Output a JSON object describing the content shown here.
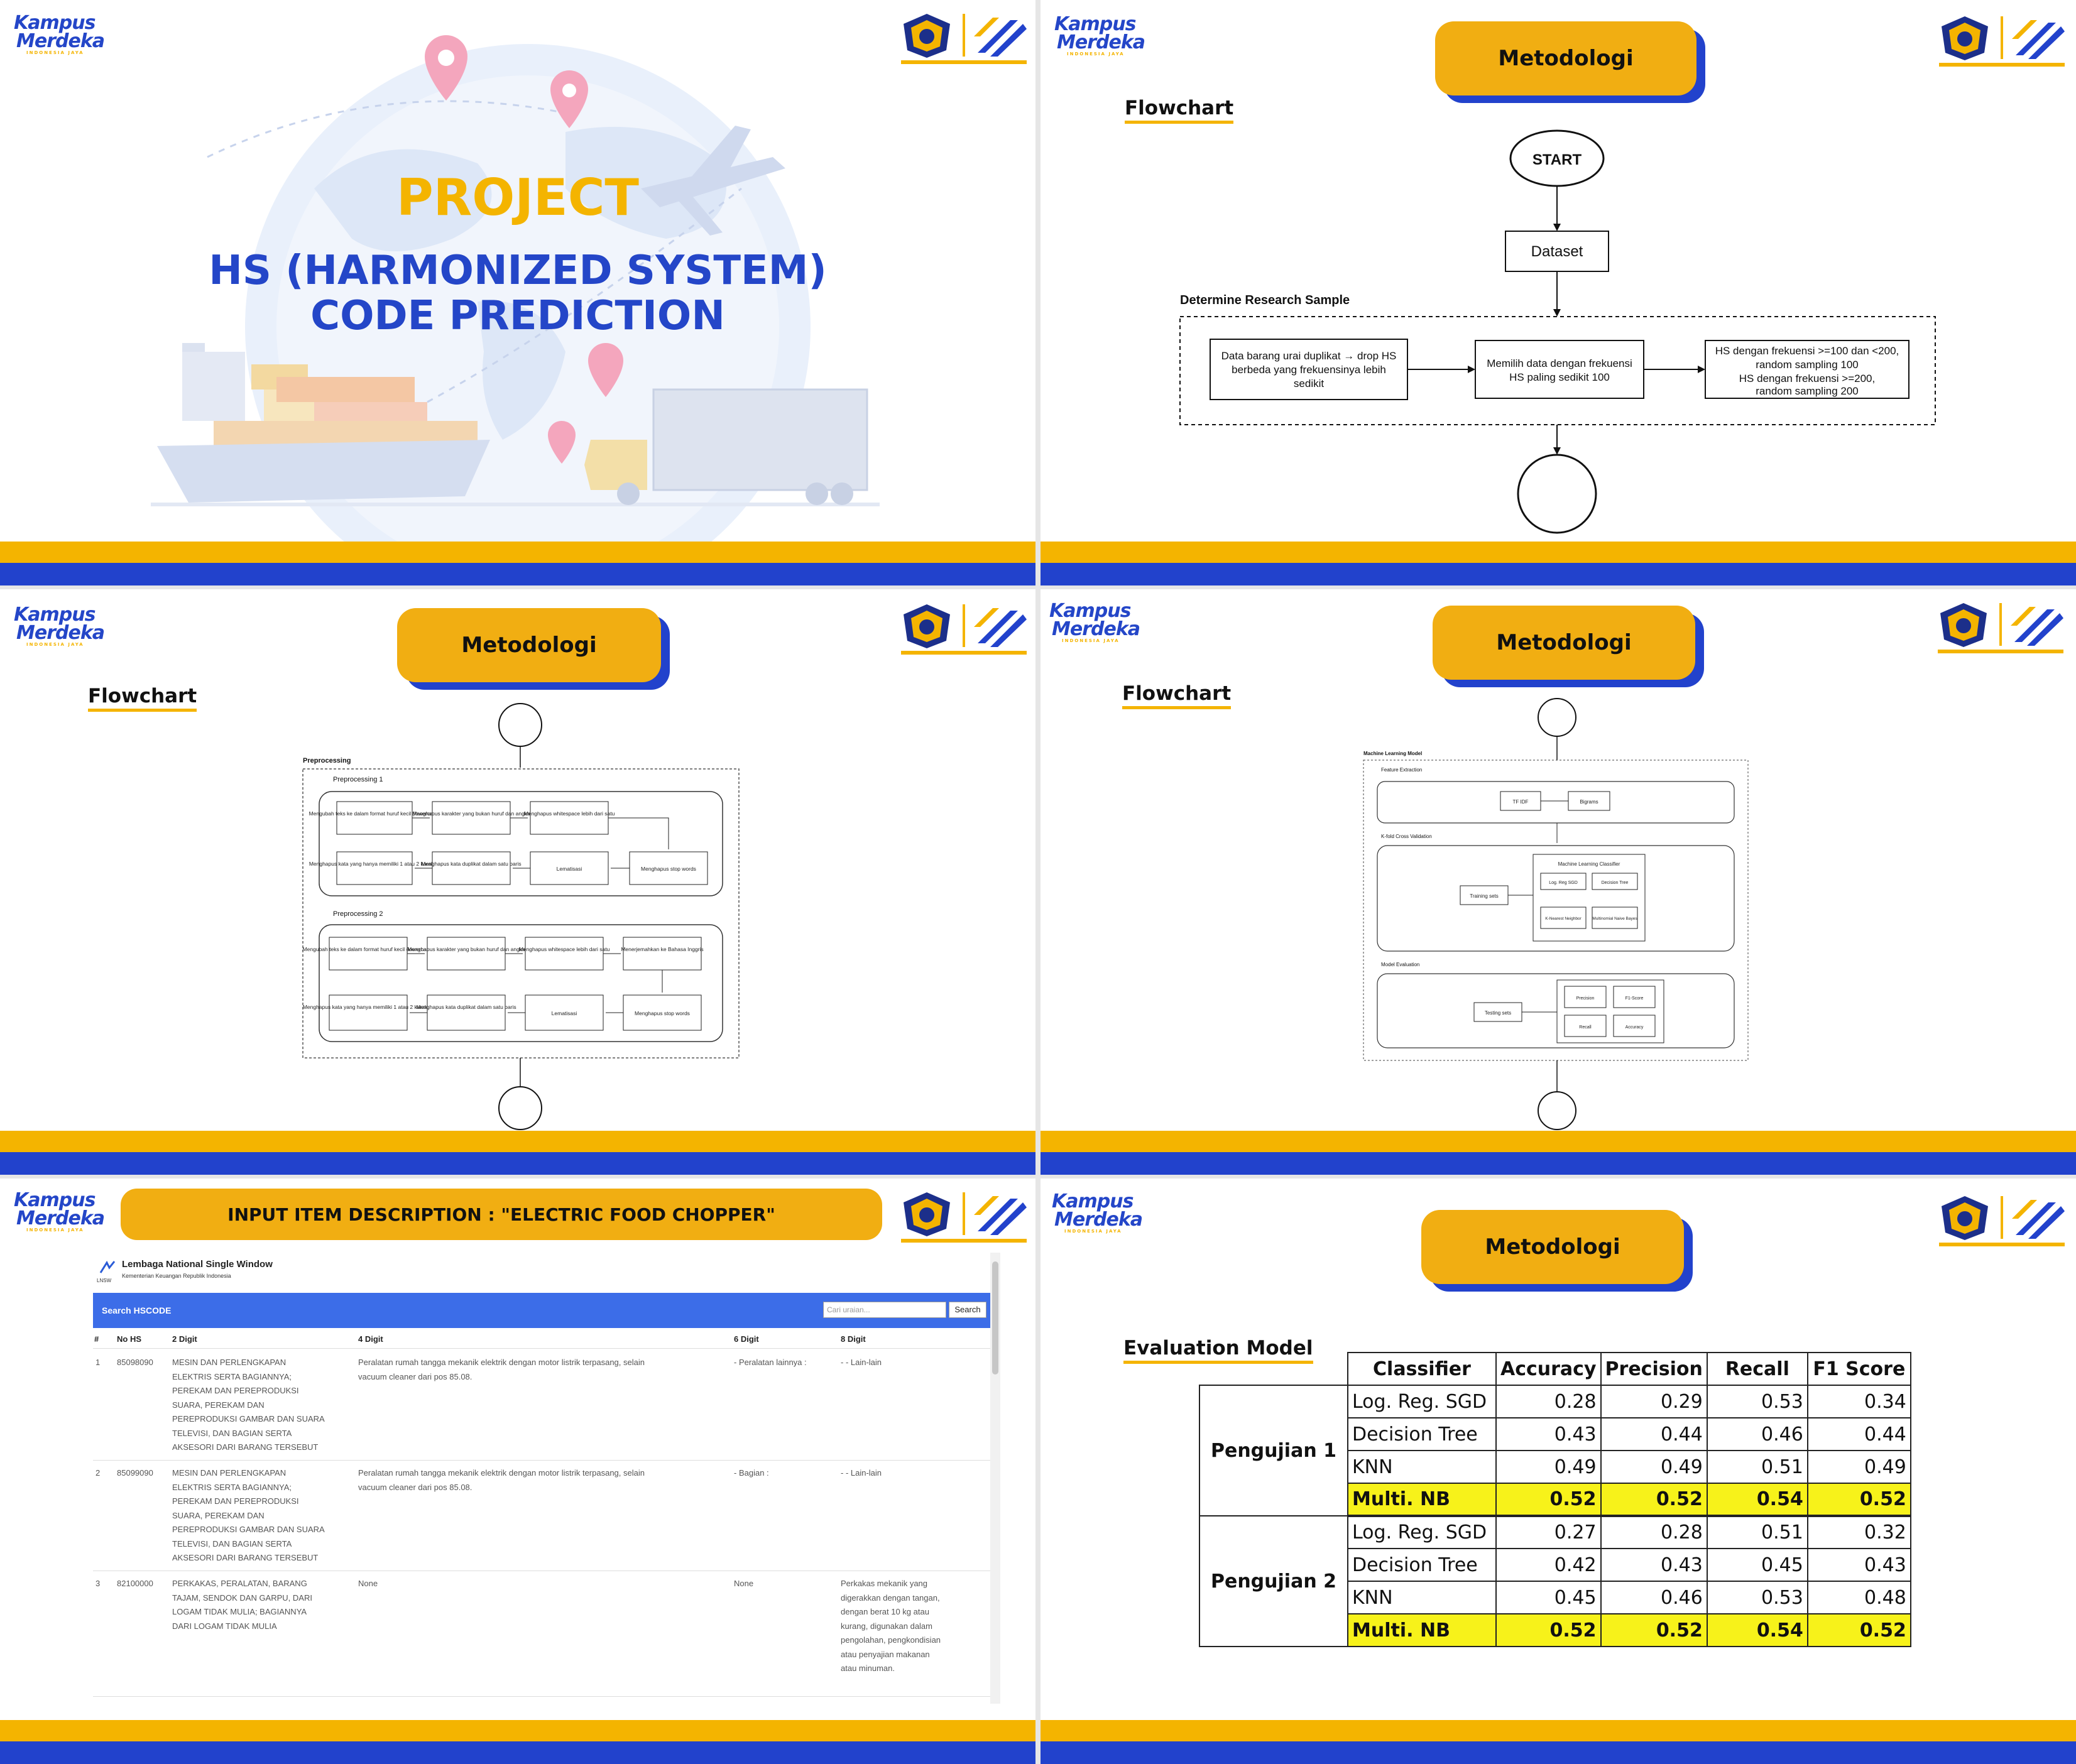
{
  "brand": {
    "kampus_line1": "Kampus",
    "kampus_line2": "Merdeka",
    "kampus_tag": "INDONESIA JAYA"
  },
  "slide1": {
    "project": "PROJECT",
    "title1": "HS (HARMONIZED SYSTEM)",
    "title2": "CODE PREDICTION"
  },
  "slide2": {
    "pill": "Metodologi",
    "heading": "Flowchart",
    "start": "START",
    "dataset": "Dataset",
    "section": "Determine Research Sample",
    "box1": [
      "Data barang urai duplikat → drop HS",
      "berbeda yang frekuensinya lebih",
      "sedikit"
    ],
    "box2": [
      "Memilih data dengan frekuensi",
      "HS paling sedikit 100"
    ],
    "box3": [
      "HS dengan frekuensi >=100 dan <200,",
      "random sampling 100",
      "HS dengan frekuensi >=200,",
      "random sampling 200"
    ]
  },
  "slide3": {
    "pill": "Metodologi",
    "heading": "Flowchart",
    "section": "Preprocessing",
    "pre1": "Preprocessing 1",
    "pre1_top": [
      "Mengubah teks ke dalam format huruf kecil (lowercase)",
      "Menghapus karakter yang bukan huruf dan angka",
      "Menghapus whitespace lebih dari satu"
    ],
    "pre1_bottom": [
      "Menghapus kata yang hanya memiliki 1 atau 2 karakter",
      "Menghapus kata duplikat dalam satu baris",
      "Lematisasi",
      "Menghapus stop words"
    ],
    "pre2": "Preprocessing 2",
    "pre2_top": [
      "Mengubah teks ke dalam format huruf kecil (lowercase)",
      "Menghapus karakter yang bukan huruf dan angka",
      "Menghapus whitespace lebih dari satu",
      "Menerjemahkan ke Bahasa Inggris"
    ],
    "pre2_bottom": [
      "Menghapus kata yang hanya memiliki 1 atau 2 karakter",
      "Menghapus kata duplikat dalam satu baris",
      "Lematisasi",
      "Menghapus stop words"
    ]
  },
  "slide4": {
    "pill": "Metodologi",
    "heading": "Flowchart",
    "section": "Machine Learning Model",
    "fe": "Feature Extraction",
    "tfidf": "TF IDF",
    "bigrams": "Bigrams",
    "kfold": "K-fold Cross Validation",
    "training": "Training sets",
    "mlc": "Machine Learning Classifier",
    "clf": [
      "Log. Reg SGD",
      "Decision Tree",
      "K-Nearest Neighbor",
      "Multinomial Naive Bayes"
    ],
    "me": "Model Evaluation",
    "testing": "Testing sets",
    "metrics": [
      "Precision",
      "F1-Score",
      "Recall",
      "Accuracy"
    ]
  },
  "slide5": {
    "banner": "INPUT ITEM DESCRIPTION : \"ELECTRIC FOOD CHOPPER\"",
    "site_title": "Lembaga National Single Window",
    "site_sub": "Kementerian Keuangan Republik Indonesia",
    "lnsw": "LNSW",
    "search_label": "Search HSCODE",
    "search_placeholder": "Cari uraian...",
    "search_btn": "Search",
    "headers": [
      "#",
      "No HS",
      "2 Digit",
      "4 Digit",
      "6 Digit",
      "8 Digit"
    ],
    "rows": [
      {
        "n": "1",
        "hs": "85098090",
        "d2": [
          "MESIN DAN PERLENGKAPAN",
          "ELEKTRIS SERTA BAGIANNYA;",
          "PEREKAM DAN PEREPRODUKSI",
          "SUARA, PEREKAM DAN",
          "PEREPRODUKSI GAMBAR DAN SUARA",
          "TELEVISI, DAN BAGIAN SERTA",
          "AKSESORI DARI BARANG TERSEBUT"
        ],
        "d4": [
          "Peralatan rumah tangga mekanik elektrik dengan motor listrik terpasang, selain",
          "vacuum cleaner dari pos 85.08."
        ],
        "d6": [
          "- Peralatan lainnya :"
        ],
        "d8": [
          "- - Lain-lain"
        ]
      },
      {
        "n": "2",
        "hs": "85099090",
        "d2": [
          "MESIN DAN PERLENGKAPAN",
          "ELEKTRIS SERTA BAGIANNYA;",
          "PEREKAM DAN PEREPRODUKSI",
          "SUARA, PEREKAM DAN",
          "PEREPRODUKSI GAMBAR DAN SUARA",
          "TELEVISI, DAN BAGIAN SERTA",
          "AKSESORI DARI BARANG TERSEBUT"
        ],
        "d4": [
          "Peralatan rumah tangga mekanik elektrik dengan motor listrik terpasang, selain",
          "vacuum cleaner dari pos 85.08."
        ],
        "d6": [
          "- Bagian :"
        ],
        "d8": [
          "- - Lain-lain"
        ]
      },
      {
        "n": "3",
        "hs": "82100000",
        "d2": [
          "PERKAKAS, PERALATAN, BARANG",
          "TAJAM, SENDOK DAN GARPU, DARI",
          "LOGAM TIDAK MULIA; BAGIANNYA",
          "DARI LOGAM TIDAK MULIA"
        ],
        "d4": [
          "None"
        ],
        "d6": [
          "None"
        ],
        "d8": [
          "Perkakas mekanik yang",
          "digerakkan dengan tangan,",
          "dengan berat 10 kg atau",
          "kurang, digunakan dalam",
          "pengolahan, pengkondisian",
          "atau penyajian makanan",
          "atau minuman."
        ]
      }
    ]
  },
  "slide6": {
    "pill": "Metodologi",
    "heading": "Evaluation Model",
    "columns": [
      "Classifier",
      "Accuracy",
      "Precision",
      "Recall",
      "F1 Score"
    ],
    "groups": [
      {
        "name": "Pengujian 1",
        "rows": [
          {
            "clf": "Log. Reg. SGD",
            "acc": "0.28",
            "prec": "0.29",
            "rec": "0.53",
            "f1": "0.34",
            "hl": false
          },
          {
            "clf": "Decision Tree",
            "acc": "0.43",
            "prec": "0.44",
            "rec": "0.46",
            "f1": "0.44",
            "hl": false
          },
          {
            "clf": "KNN",
            "acc": "0.49",
            "prec": "0.49",
            "rec": "0.51",
            "f1": "0.49",
            "hl": false
          },
          {
            "clf": "Multi. NB",
            "acc": "0.52",
            "prec": "0.52",
            "rec": "0.54",
            "f1": "0.52",
            "hl": true
          }
        ]
      },
      {
        "name": "Pengujian 2",
        "rows": [
          {
            "clf": "Log. Reg. SGD",
            "acc": "0.27",
            "prec": "0.28",
            "rec": "0.51",
            "f1": "0.32",
            "hl": false
          },
          {
            "clf": "Decision Tree",
            "acc": "0.42",
            "prec": "0.43",
            "rec": "0.45",
            "f1": "0.43",
            "hl": false
          },
          {
            "clf": "KNN",
            "acc": "0.45",
            "prec": "0.46",
            "rec": "0.53",
            "f1": "0.48",
            "hl": false
          },
          {
            "clf": "Multi. NB",
            "acc": "0.52",
            "prec": "0.52",
            "rec": "0.54",
            "f1": "0.52",
            "hl": true
          }
        ]
      }
    ]
  },
  "colors": {
    "yellow": "#f4b400",
    "pill": "#f1ae12",
    "blue": "#2242cc",
    "title_blue": "#2446c8",
    "highlight": "#f7f21a"
  }
}
